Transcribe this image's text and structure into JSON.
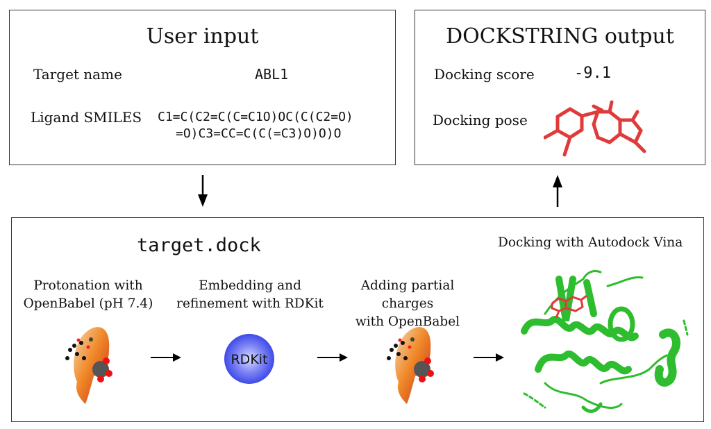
{
  "user_input": {
    "title": "User input",
    "target_label": "Target name",
    "target_value": "ABL1",
    "smiles_label": "Ligand SMILES",
    "smiles_line1": "C1=C(C2=C(C=C1O)OC(C(C2=O)",
    "smiles_line2": "=O)C3=CC=C(C(=C3)O)O)O"
  },
  "output": {
    "title": "DOCKSTRING output",
    "score_label": "Docking score",
    "score_value": "-9.1",
    "pose_label": "Docking pose",
    "pose_icon": "ligand-structure-icon",
    "pose_color": "#e03a3a"
  },
  "pipeline": {
    "title": "target.dock",
    "steps": [
      {
        "line1": "Protonation with",
        "line2": "OpenBabel (pH 7.4)",
        "icon": "openbabel-fish-icon"
      },
      {
        "line1": "Embedding and",
        "line2": "refinement with RDKit",
        "icon": "rdkit-logo-icon",
        "logo_text": "RDKit"
      },
      {
        "line1": "Adding partial charges",
        "line2": "with OpenBabel",
        "icon": "openbabel-fish-icon"
      },
      {
        "line1": "Docking with Autodock Vina",
        "line2": "",
        "icon": "protein-ribbon-icon"
      }
    ]
  },
  "colors": {
    "protein": "#2ebd2e",
    "ligand": "#e03a3a",
    "rdkit": "#4a55f0"
  }
}
